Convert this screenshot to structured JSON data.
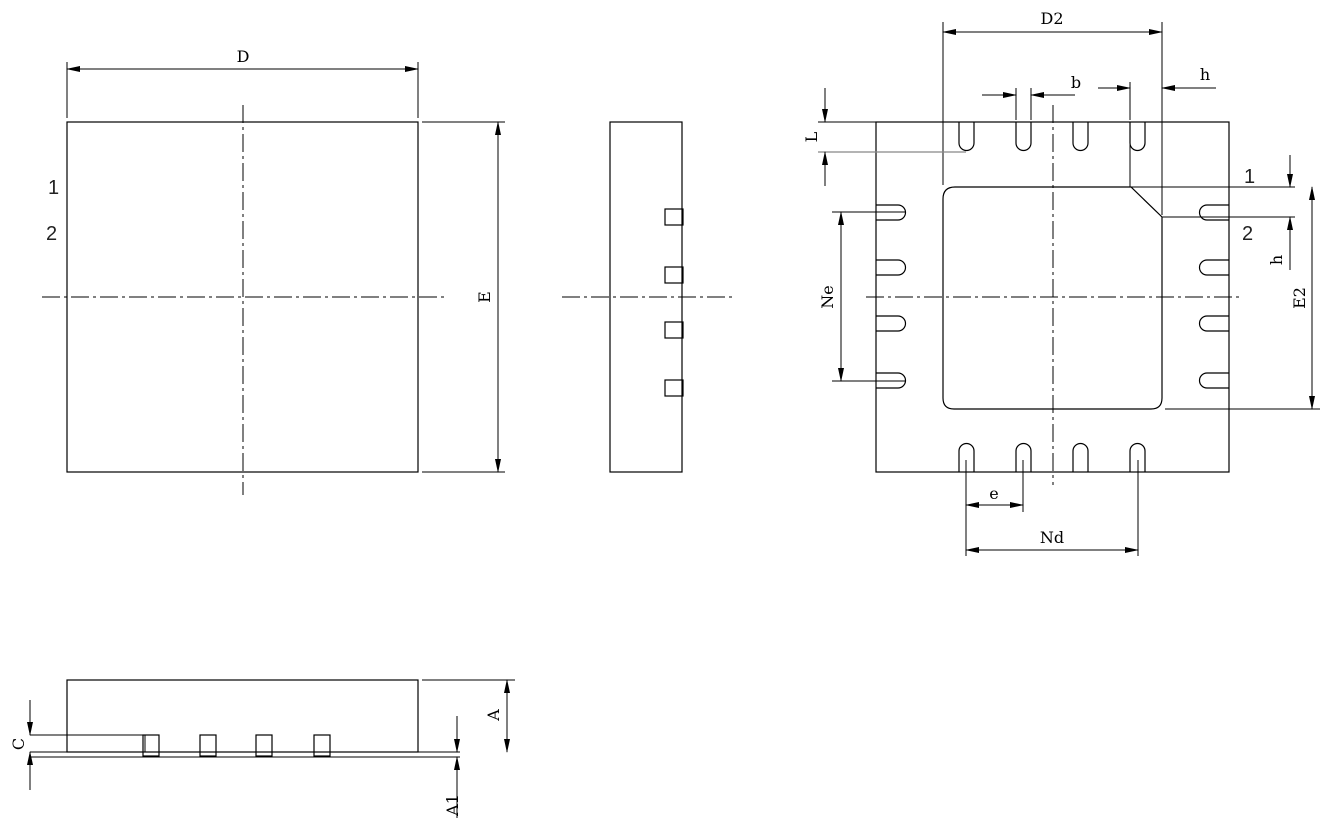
{
  "labels": {
    "D": "D",
    "E": "E",
    "D2": "D2",
    "E2": "E2",
    "b": "b",
    "h": "h",
    "L": "L",
    "e": "e",
    "Nd": "Nd",
    "Ne": "Ne",
    "A": "A",
    "A1": "A1",
    "C": "C",
    "pin1": "1",
    "pin2": "2"
  }
}
